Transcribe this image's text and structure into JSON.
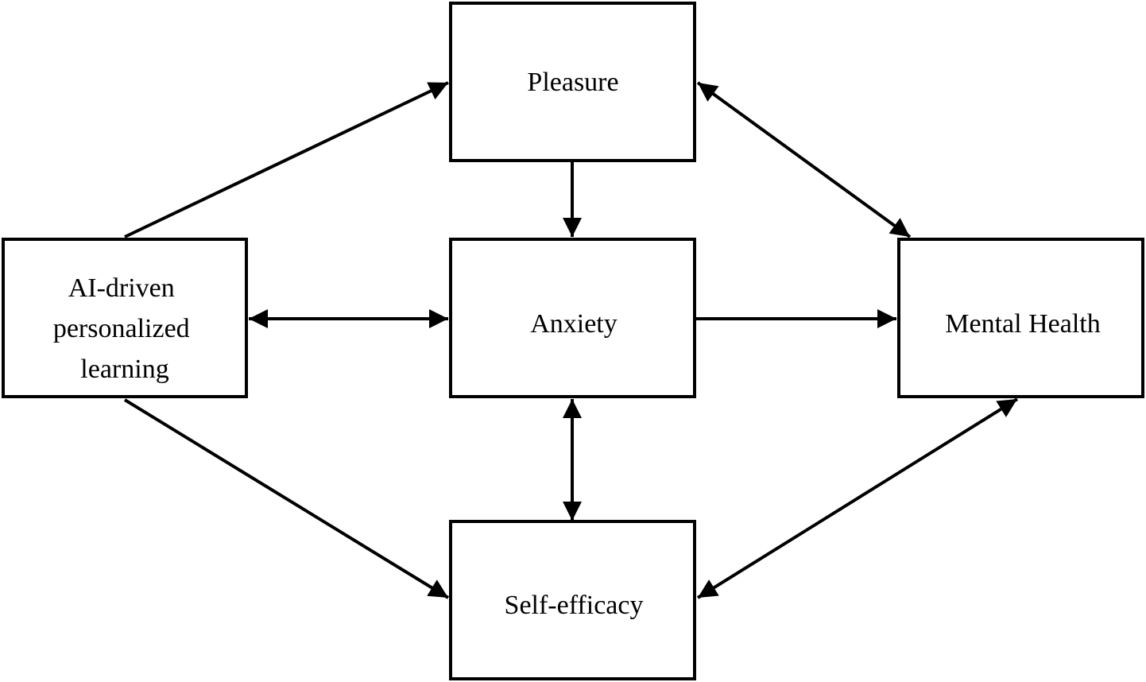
{
  "diagram": {
    "nodes": {
      "pleasure": {
        "lines": [
          "Pleasure"
        ]
      },
      "ai": {
        "lines": [
          "AI-driven",
          "personalized",
          "learning"
        ]
      },
      "anxiety": {
        "lines": [
          "Anxiety"
        ]
      },
      "mental": {
        "lines": [
          "Mental Health"
        ]
      },
      "selfeff": {
        "lines": [
          "Self-efficacy"
        ]
      }
    },
    "edges": [
      {
        "from": "ai",
        "to": "pleasure",
        "direction": "forward"
      },
      {
        "from": "ai",
        "to": "anxiety",
        "direction": "both"
      },
      {
        "from": "ai",
        "to": "selfeff",
        "direction": "forward"
      },
      {
        "from": "pleasure",
        "to": "anxiety",
        "direction": "forward"
      },
      {
        "from": "pleasure",
        "to": "mental",
        "direction": "both"
      },
      {
        "from": "anxiety",
        "to": "mental",
        "direction": "forward"
      },
      {
        "from": "anxiety",
        "to": "selfeff",
        "direction": "both"
      },
      {
        "from": "mental",
        "to": "selfeff",
        "direction": "both"
      }
    ],
    "colors": {
      "stroke": "#000000",
      "background": "#ffffff"
    }
  }
}
